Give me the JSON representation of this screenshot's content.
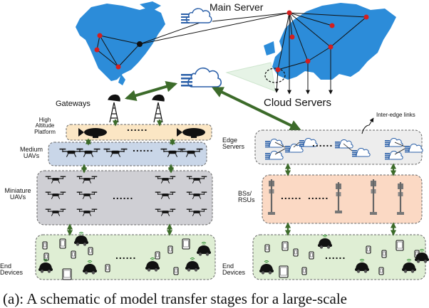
{
  "labels": {
    "main_server": "Main Server",
    "cloud_servers": "Cloud Servers",
    "gateways": "Gateways",
    "hap": "High\nAltitude\nPlatform",
    "medium_uavs": "Medium\nUAVs",
    "miniature_uavs": "Miniature\nUAVs",
    "end_devices_left": "End\nDevices",
    "end_devices_right": "End\nDevices",
    "edge_servers": "Edge\nServers",
    "bs_rsus": "BSs/\nRSUs",
    "inter_edge_links": "Inter-edge links",
    "ellipsis": "......"
  },
  "caption": "(a): A schematic of model transfer stages for a large-scale",
  "colors": {
    "hap_fill": "#fbe6c4",
    "medium_uav_fill": "#c9d6e8",
    "mini_uav_fill": "#cfcfd4",
    "end_device_fill": "#dfeed4",
    "edge_fill": "#ededed",
    "bs_fill": "#fbd9c4",
    "map_blue": "#2c8cd9",
    "green_arrow": "#3c6b2a",
    "server_blue": "#2a5fa8",
    "red_node": "#d41f1f"
  },
  "icons": [
    "cloud-server-icon",
    "satellite-dish-icon",
    "airship-icon",
    "drone-icon",
    "smartphone-icon",
    "tablet-icon",
    "car-icon",
    "cell-tower-icon",
    "edge-server-icon",
    "world-map-icon"
  ]
}
